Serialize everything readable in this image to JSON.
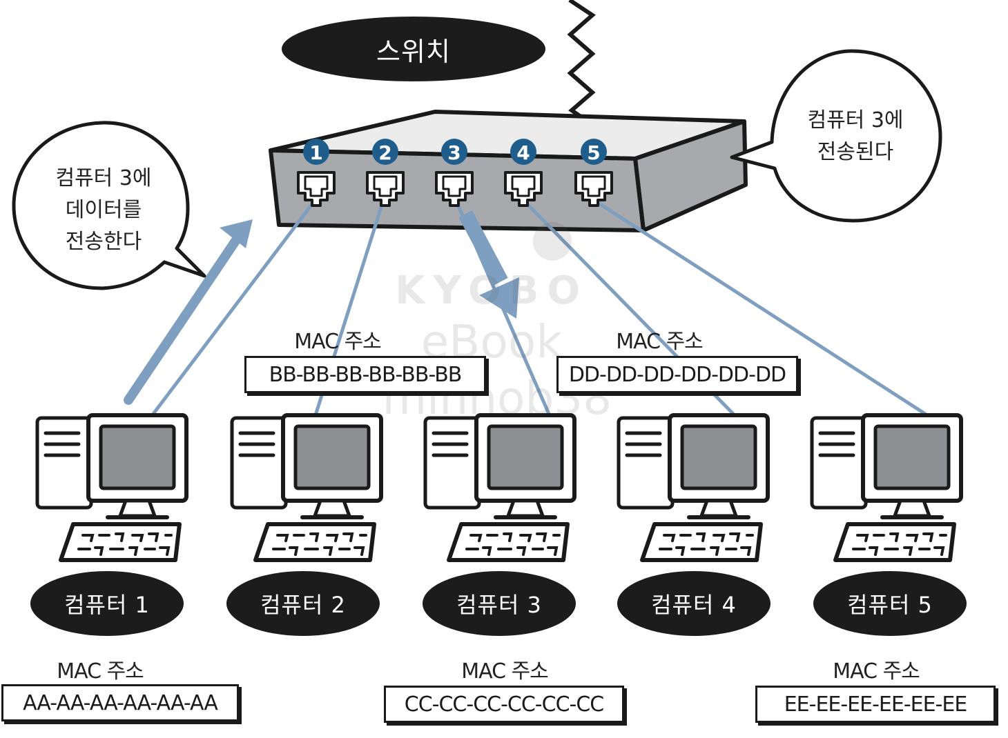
{
  "title": "스위치",
  "ports": [
    "1",
    "2",
    "3",
    "4",
    "5"
  ],
  "bubble_left": [
    "컴퓨터 3에",
    "데이터를",
    "전송한다"
  ],
  "bubble_right": [
    "컴퓨터 3에",
    "전송된다"
  ],
  "computers": [
    {
      "label": "컴퓨터 1",
      "mac_caption": "MAC 주소",
      "mac": "AA-AA-AA-AA-AA-AA"
    },
    {
      "label": "컴퓨터 2",
      "mac_caption": "MAC 주소",
      "mac": "BB-BB-BB-BB-BB-BB"
    },
    {
      "label": "컴퓨터 3",
      "mac_caption": "MAC 주소",
      "mac": "CC-CC-CC-CC-CC-CC"
    },
    {
      "label": "컴퓨터 4",
      "mac_caption": "MAC 주소",
      "mac": "DD-DD-DD-DD-DD-DD"
    },
    {
      "label": "컴퓨터 5",
      "mac_caption": "MAC 주소",
      "mac": "EE-EE-EE-EE-EE-EE"
    }
  ],
  "colors": {
    "cable": "#7f9fc0",
    "arrow": "#7f9fc0",
    "port_badge": "#1f5e8c",
    "switch_body": "#a7a9ac",
    "pill": "#1c1c1c"
  }
}
